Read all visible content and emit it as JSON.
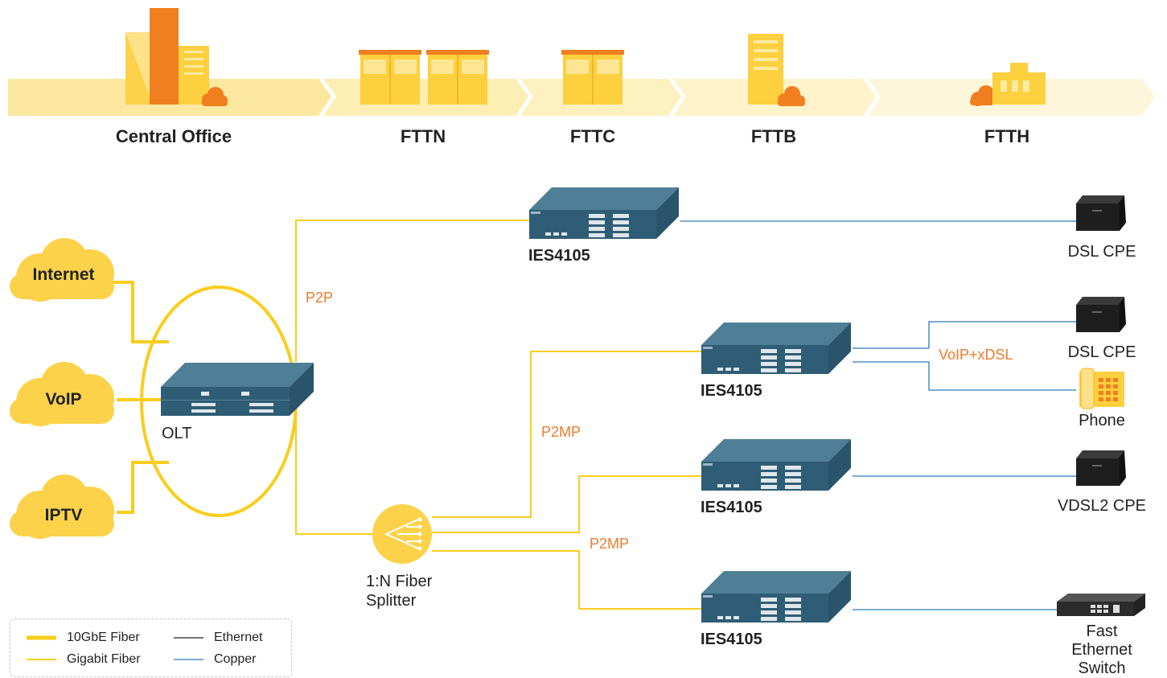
{
  "stages": [
    "Central Office",
    "FTTN",
    "FTTC",
    "FTTB",
    "FTTH"
  ],
  "services": [
    "Internet",
    "VoIP",
    "IPTV"
  ],
  "olt_label": "OLT",
  "splitter_label": [
    "1:N Fiber",
    "Splitter"
  ],
  "link_labels": {
    "p2p": "P2P",
    "p2mp_upper": "P2MP",
    "p2mp_lower": "P2MP",
    "voip_xdsl": "VoIP+xDSL"
  },
  "devices": [
    "IES4105",
    "IES4105",
    "IES4105",
    "IES4105"
  ],
  "endpoints": {
    "cpe1": "DSL CPE",
    "cpe2": "DSL CPE",
    "phone": "Phone",
    "vdsl": "VDSL2 CPE",
    "switch": [
      "Fast",
      "Ethernet",
      "Switch"
    ]
  },
  "legend": {
    "fiber_10g": "10GbE Fiber",
    "ethernet": "Ethernet",
    "gigabit_fiber": "Gigabit Fiber",
    "copper": "Copper"
  },
  "colors": {
    "fiber": "#f9cd1c",
    "copper": "#2f7bb8",
    "orange": "#ee7b2b",
    "chassis_top": "#3f6f87",
    "chassis_front": "#2d5a72",
    "banner": "#fdf1c3"
  }
}
